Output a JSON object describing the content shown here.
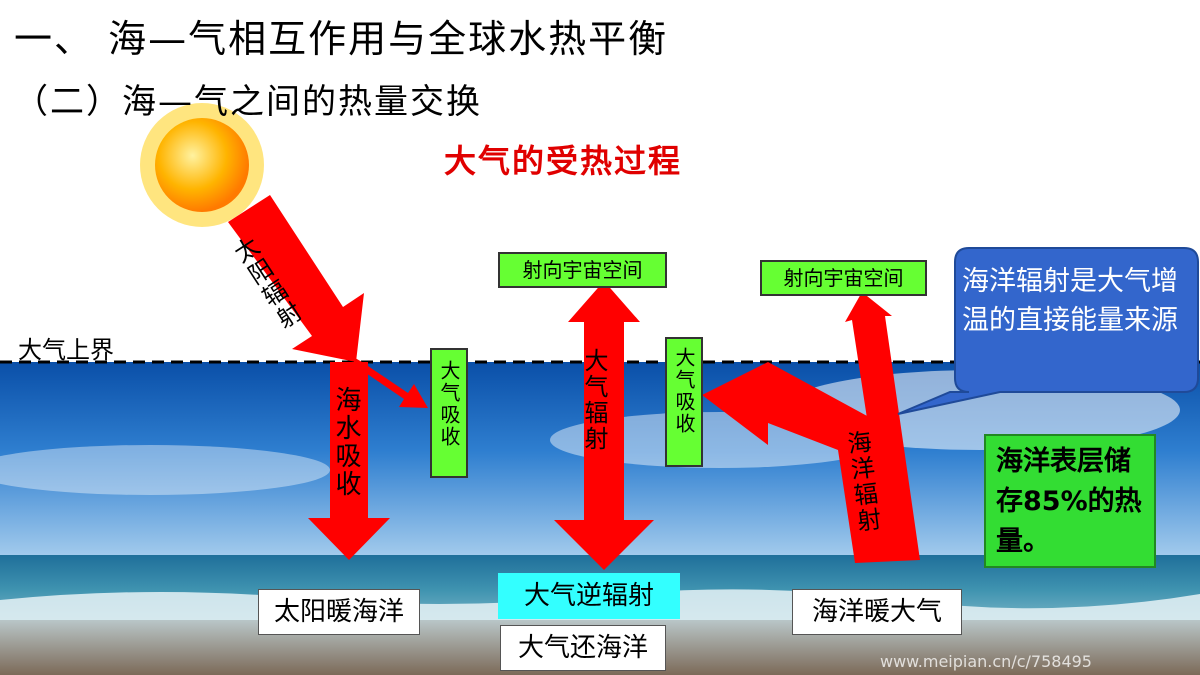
{
  "header": {
    "title": "一、 海—气相互作用与全球水热平衡",
    "section": "（二）海—气之间的热量交换",
    "diagram_title": "大气的受热过程"
  },
  "diagram": {
    "boundary_label": "大气上界",
    "solar_radiation": "太阳辐射",
    "sea_absorb": "海水吸收",
    "atm_absorb_left": "大气吸收",
    "atm_radiation": "大气辐射",
    "atm_absorb_right": "大气吸收",
    "ocean_radiation": "海洋辐射",
    "to_space_left": "射向宇宙空间",
    "to_space_right": "射向宇宙空间",
    "sun_warms_ocean": "太阳暖海洋",
    "counter_radiation": "大气逆辐射",
    "atm_returns_ocean": "大气还海洋",
    "ocean_warms_atm": "海洋暖大气",
    "callout": "海洋辐射是大气增温的直接能量来源",
    "storage_note": "海洋表层储存85%的热量。",
    "watermark": "www.meipian.cn/c/758495"
  },
  "colors": {
    "arrow": "#ff0000",
    "title_red": "#e00000",
    "green_box": "#66ff33",
    "cyan_box": "#33ffff",
    "callout_blue": "#3366cc",
    "storage_green": "#33dd33"
  }
}
